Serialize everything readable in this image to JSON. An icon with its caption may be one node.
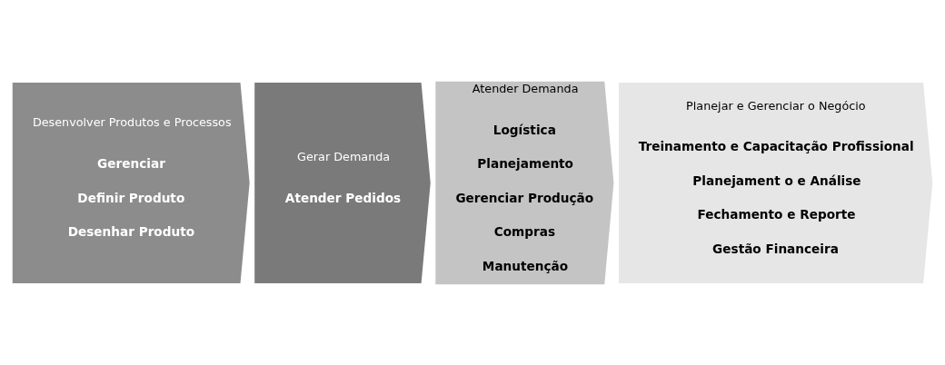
{
  "diagram": {
    "nodes": [
      {
        "text": [
          "Desenvolver Produtos e Processos",
          "Gerenciar",
          "Definir Produto",
          "Desenhar Produto"
        ]
      },
      {
        "text": [
          "Gerar Demanda",
          "Atender Pedidos"
        ]
      },
      {
        "text": [
          "Atender Demanda",
          "Logística",
          "Planejamento",
          "Gerenciar Produção",
          "Compras",
          "Manutenção"
        ]
      },
      {
        "text": [
          "Planejar e Gerenciar o Negócio",
          "Treinamento e Capacitação Profissional",
          "Planejament o e Análise",
          "Fechamento e Reporte",
          "Gestão Financeira"
        ]
      }
    ]
  }
}
